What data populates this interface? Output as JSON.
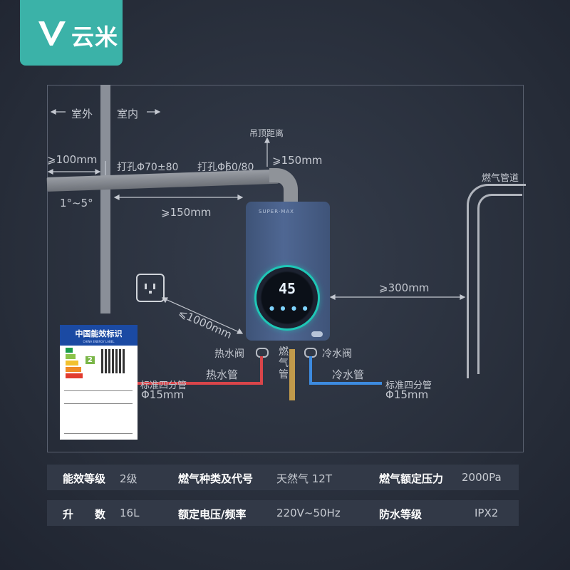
{
  "brand": {
    "name": "云米"
  },
  "diagram": {
    "outdoor": "室外",
    "indoor": "室内",
    "ceiling_distance": "吊顶距离",
    "ceiling_value": "⩾150mm",
    "wall_dist": "⩾100mm",
    "hole1": "打孔Φ70±80",
    "hole2": "打孔Φ60/80",
    "slope": "1°~5°",
    "side_dist": "⩾150mm",
    "gas_pipe_label": "燃气管道",
    "right_dist": "⩾300mm",
    "socket_dist": "⩽1000mm",
    "hot_valve": "热水阀",
    "cold_valve": "冷水阀",
    "gas": "燃气管",
    "hot_pipe": "热水管",
    "cold_pipe": "冷水管",
    "std_left": "标准四分管",
    "std_left_size": "Φ15mm",
    "std_right": "标准四分管",
    "std_right_size": "Φ15mm",
    "display_temp": "45",
    "heater_brand": "SUPER·MAX"
  },
  "energy_label": {
    "title": "中国能效标识",
    "subtitle": "CHINA ENERGY LABEL",
    "grade": "2"
  },
  "specs": [
    {
      "k1": "能效等级",
      "v1": "2级",
      "k2": "燃气种类及代号",
      "v2": "天然气 12T",
      "k3": "燃气额定压力",
      "v3": "2000Pa"
    },
    {
      "k1": "升　　数",
      "v1": "16L",
      "k2": "额定电压/频率",
      "v2": "220V~50Hz",
      "k3": "防水等级",
      "v3": "IPX2"
    }
  ],
  "colors": {
    "accent": "#3bb2a8",
    "hot": "#d9454a",
    "cold": "#3d8be0",
    "gas": "#c19a4b"
  }
}
